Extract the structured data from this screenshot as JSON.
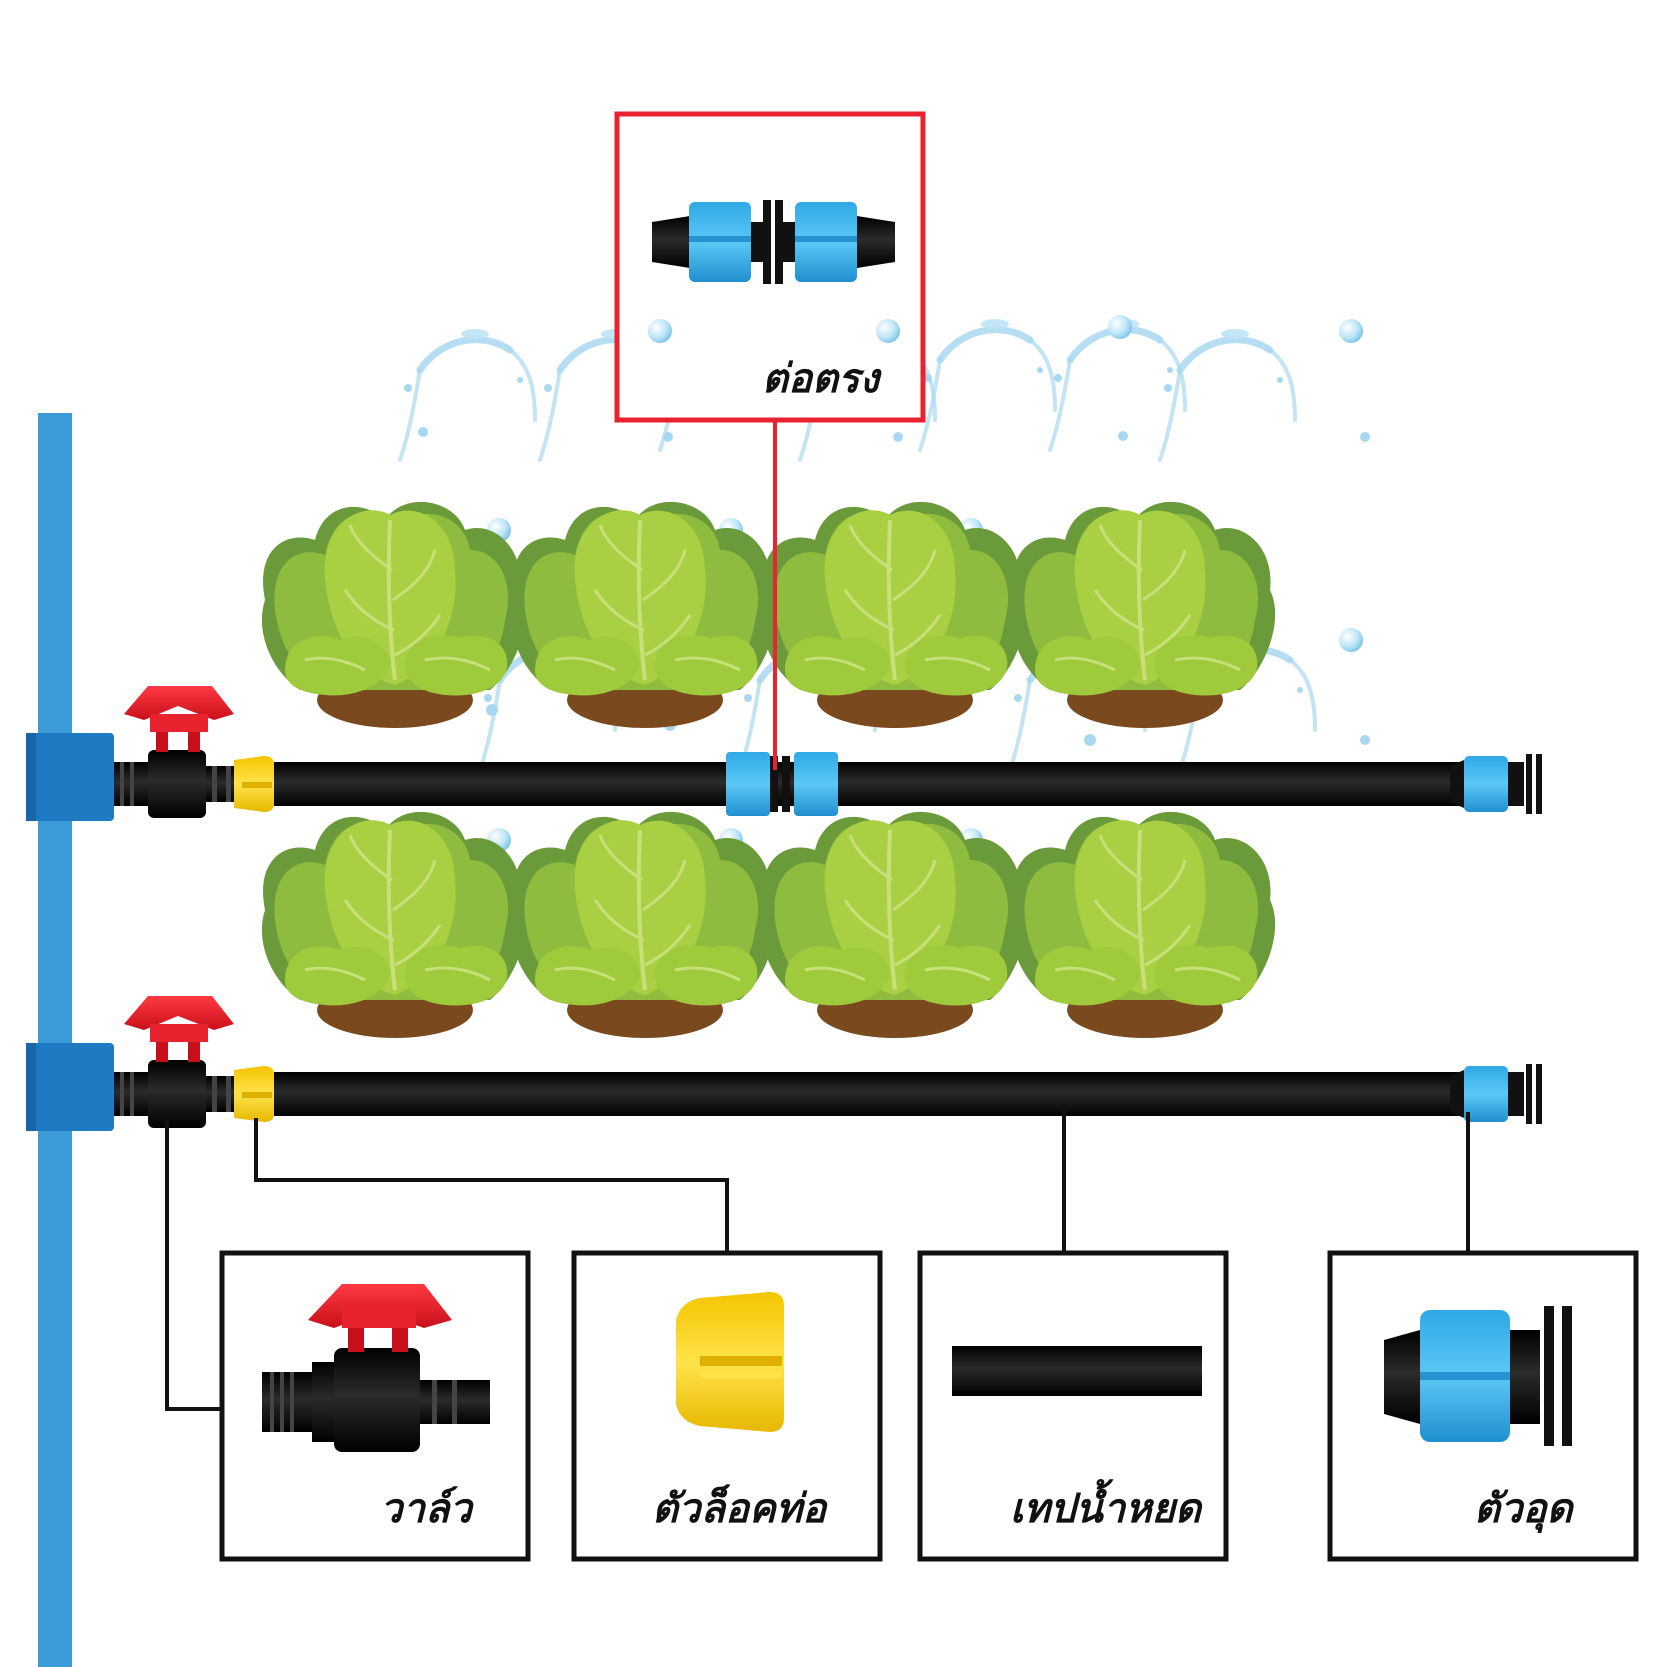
{
  "labels": {
    "straight_connector": "ต่อตรง",
    "valve": "วาล์ว",
    "pipe_lock": "ตัวล็อคท่อ",
    "drip_tape": "เทปน้ำหยด",
    "end_plug": "ตัวอุด"
  },
  "colors": {
    "main_pipe": "#3a9bd8",
    "tee": "#1f7ac4",
    "valve_handle": "#e8222e",
    "valve_body": "#1a1a1a",
    "lock_yellow": "#f5d20a",
    "coupler_blue": "#35b6ee",
    "drip_tape": "#111111",
    "highlight_box": "#e8222e",
    "leaf_light": "#a9cf43",
    "leaf_dark": "#6b9a3a",
    "soil": "#7a4a1e",
    "water": "#a8d8f0"
  }
}
